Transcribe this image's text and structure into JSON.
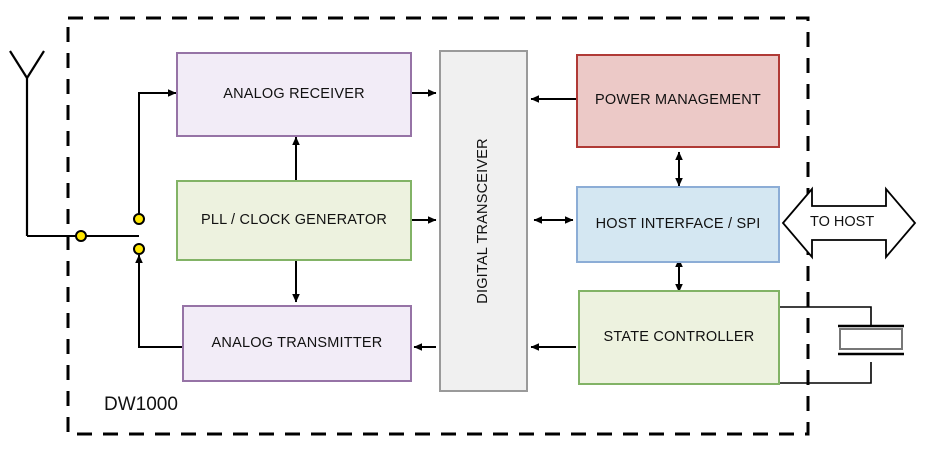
{
  "diagram": {
    "title_label": "DW1000",
    "chip_boundary": "dashed chip outline",
    "blocks": [
      {
        "id": "analog_receiver",
        "label": "ANALOG RECEIVER",
        "fill": "#f2ecf7",
        "stroke": "#9673a6"
      },
      {
        "id": "pll_clock",
        "label": "PLL / CLOCK GENERATOR",
        "fill": "#edf2df",
        "stroke": "#82b366"
      },
      {
        "id": "analog_transmitter",
        "label": "ANALOG TRANSMITTER",
        "fill": "#f2ecf7",
        "stroke": "#9673a6"
      },
      {
        "id": "digital_transceiver",
        "label": "DIGITAL TRANSCEIVER",
        "fill": "#f0f0f0",
        "stroke": "#9a9a9a"
      },
      {
        "id": "power_management",
        "label": "POWER MANAGEMENT",
        "fill": "#ecc9c7",
        "stroke": "#b03a36"
      },
      {
        "id": "host_interface",
        "label": "HOST INTERFACE / SPI",
        "fill": "#d4e7f2",
        "stroke": "#8cadd6"
      },
      {
        "id": "state_controller",
        "label": "STATE CONTROLLER",
        "fill": "#edf2df",
        "stroke": "#82b366"
      }
    ],
    "external": {
      "to_host_label": "TO HOST",
      "antenna_name": "antenna",
      "crystal_name": "crystal-oscillator",
      "switch_name": "rf-switch"
    },
    "colors": {
      "node_dot_fill": "#ffe600",
      "node_dot_stroke": "#000000",
      "wire": "#000000",
      "chip_outline": "#000000"
    }
  }
}
